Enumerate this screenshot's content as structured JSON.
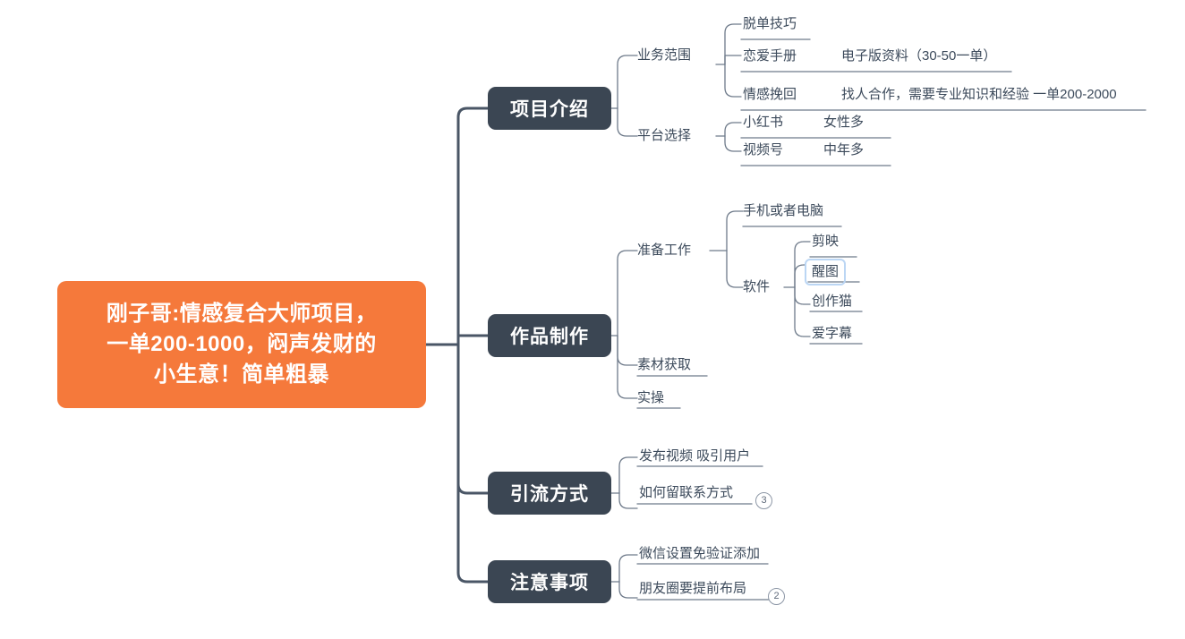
{
  "canvas": {
    "background": "#ffffff",
    "root_color": "#F5793B",
    "branch_color": "#3B4653",
    "line_color": "#4A5666",
    "thin_line_color": "#6E7A8A",
    "text_color": "#3C4A5B",
    "selection_color": "#BBD6F4"
  },
  "root": {
    "label": "刚子哥:情感复合大师项目，\n一单200-1000，闷声发财的\n小生意！简单粗暴"
  },
  "branches": [
    {
      "label": "项目介绍",
      "children": [
        {
          "label": "业务范围",
          "children": [
            {
              "label": "脱单技巧",
              "note": ""
            },
            {
              "label": "恋爱手册",
              "note": "电子版资料（30-50一单）"
            },
            {
              "label": "情感挽回",
              "note": "找人合作，需要专业知识和经验 一单200-2000"
            }
          ]
        },
        {
          "label": "平台选择",
          "children": [
            {
              "label": "小红书",
              "note": "女性多"
            },
            {
              "label": "视频号",
              "note": "中年多"
            }
          ]
        }
      ]
    },
    {
      "label": "作品制作",
      "children": [
        {
          "label": "准备工作",
          "children": [
            {
              "label": "手机或者电脑",
              "note": ""
            },
            {
              "label": "软件",
              "note": "",
              "children": [
                {
                  "label": "剪映",
                  "selected": false
                },
                {
                  "label": "醒图",
                  "selected": true
                },
                {
                  "label": "创作猫",
                  "selected": false
                },
                {
                  "label": "爱字幕",
                  "selected": false
                }
              ]
            }
          ]
        },
        {
          "label": "素材获取",
          "children": []
        },
        {
          "label": "实操",
          "children": []
        }
      ]
    },
    {
      "label": "引流方式",
      "badge": "3",
      "children": [
        {
          "label": "发布视频 吸引用户",
          "children": []
        },
        {
          "label": "如何留联系方式",
          "children": []
        }
      ]
    },
    {
      "label": "注意事项",
      "badge": "2",
      "children": [
        {
          "label": "微信设置免验证添加",
          "children": []
        },
        {
          "label": "朋友圈要提前布局",
          "children": []
        }
      ]
    }
  ]
}
